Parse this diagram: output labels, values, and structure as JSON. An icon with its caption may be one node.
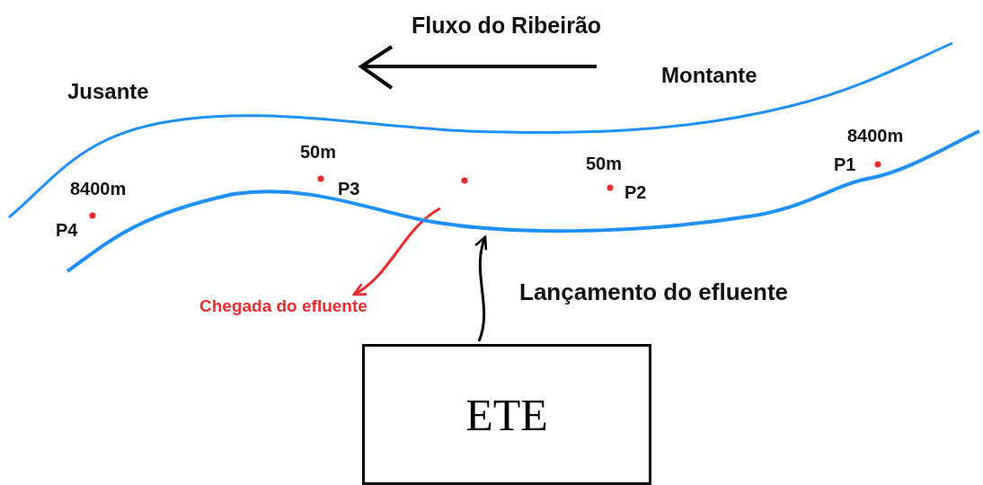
{
  "diagram": {
    "nodes": [
      {
        "text": [
          "ETE"
        ]
      },
      {
        "text": [],
        "shape": "river"
      },
      {
        "text": [
          "Chegada do efluente"
        ]
      }
    ],
    "edges": [
      {
        "from": 0,
        "to": 1,
        "arrow": "to",
        "label": "Lançamento do efluente"
      },
      {
        "from": 1,
        "to": 2,
        "arrow": "to",
        "color": "#ee2a2a"
      }
    ],
    "labels": [
      "Fluxo do Ribeirão",
      "Montante",
      "Jusante",
      "8400m",
      "P1",
      "50m",
      "P2",
      "50m",
      "P3",
      "8400m",
      "P4"
    ]
  }
}
